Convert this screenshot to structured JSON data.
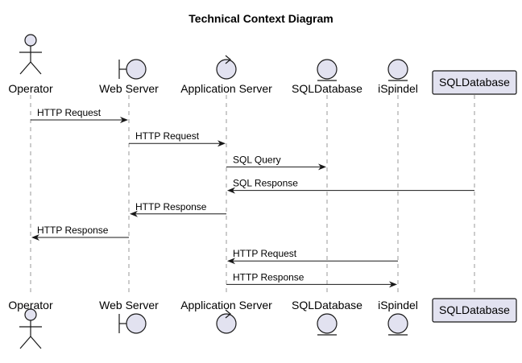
{
  "diagram": {
    "title": "Technical Context Diagram",
    "participants": [
      {
        "id": "operator",
        "label": "Operator",
        "kind": "actor"
      },
      {
        "id": "web_server",
        "label": "Web Server",
        "kind": "boundary"
      },
      {
        "id": "app_server",
        "label": "Application Server",
        "kind": "control"
      },
      {
        "id": "sql_entity",
        "label": "SQLDatabase",
        "kind": "entity"
      },
      {
        "id": "ispindel",
        "label": "iSpindel",
        "kind": "entity"
      },
      {
        "id": "sql_box",
        "label": "SQLDatabase",
        "kind": "participant"
      }
    ],
    "messages": [
      {
        "from": "operator",
        "to": "web_server",
        "label": "HTTP Request"
      },
      {
        "from": "web_server",
        "to": "app_server",
        "label": "HTTP Request"
      },
      {
        "from": "app_server",
        "to": "sql_entity",
        "label": "SQL Query"
      },
      {
        "from": "sql_box",
        "to": "app_server",
        "label": "SQL Response"
      },
      {
        "from": "app_server",
        "to": "web_server",
        "label": "HTTP Response"
      },
      {
        "from": "web_server",
        "to": "operator",
        "label": "HTTP Response"
      },
      {
        "from": "ispindel",
        "to": "app_server",
        "label": "HTTP Request"
      },
      {
        "from": "app_server",
        "to": "ispindel",
        "label": "HTTP Response"
      }
    ],
    "colors": {
      "participant_fill": "#E2E2F0",
      "stroke": "#181818",
      "lifeline": "#999999"
    }
  }
}
